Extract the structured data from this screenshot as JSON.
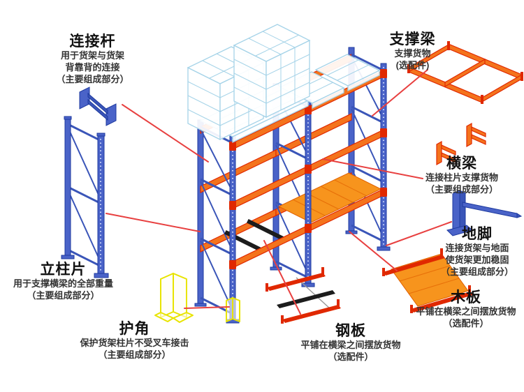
{
  "labels": {
    "connector_rod": {
      "title": "连接杆",
      "line1": "用于货架与货架",
      "line2": "背靠背的连接",
      "line3": "（主要组成部分）"
    },
    "support_beam": {
      "title": "支撑梁",
      "line1": "支撑货物",
      "line2": "(选配件)"
    },
    "cross_beam": {
      "title": "横梁",
      "line1": "连接柱片支撑货物",
      "line2": "（主要组成部分）"
    },
    "foot": {
      "title": "地脚",
      "line1": "连接货架与地面",
      "line2": "使货架更加稳固",
      "line3": "（主要组成部分）"
    },
    "wood_board": {
      "title": "木板",
      "line1": "平铺在横梁之间摆放货物",
      "line2": "（选配件）"
    },
    "steel_plate": {
      "title": "钢板",
      "line1": "平铺在横梁之间摆放货物",
      "line2": "（选配件）"
    },
    "upright_frame": {
      "title": "立柱片",
      "line1": "用于支撑横梁的全部重量",
      "line2": "（主要组成部分）"
    },
    "corner_guard": {
      "title": "护角",
      "line1": "保护货架柱片不受叉车接击",
      "line2": "（主要组成部分）"
    }
  },
  "colors": {
    "blue-fill": "#4a63c8",
    "blue-stroke": "#1e3a9f",
    "blue-mid": "#3a55b8",
    "orange": "#f4731c",
    "red-orange": "#e02800",
    "deck": "#f7941d",
    "wire": "#a5d3e8",
    "yellow": "#e8e400",
    "annot": "#e84040",
    "text": "#222222"
  }
}
